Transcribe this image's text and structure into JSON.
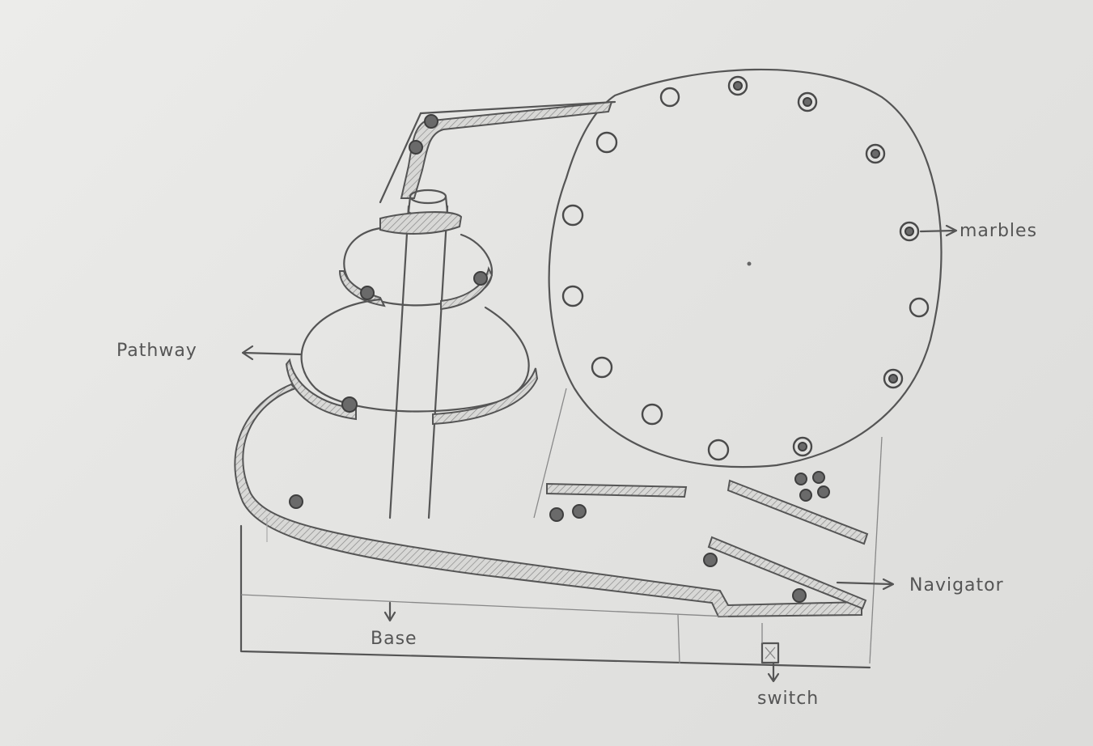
{
  "labels": {
    "pathway": "Pathway",
    "marbles": "marbles",
    "navigator": "Navigator",
    "base": "Base",
    "switch": "switch"
  }
}
